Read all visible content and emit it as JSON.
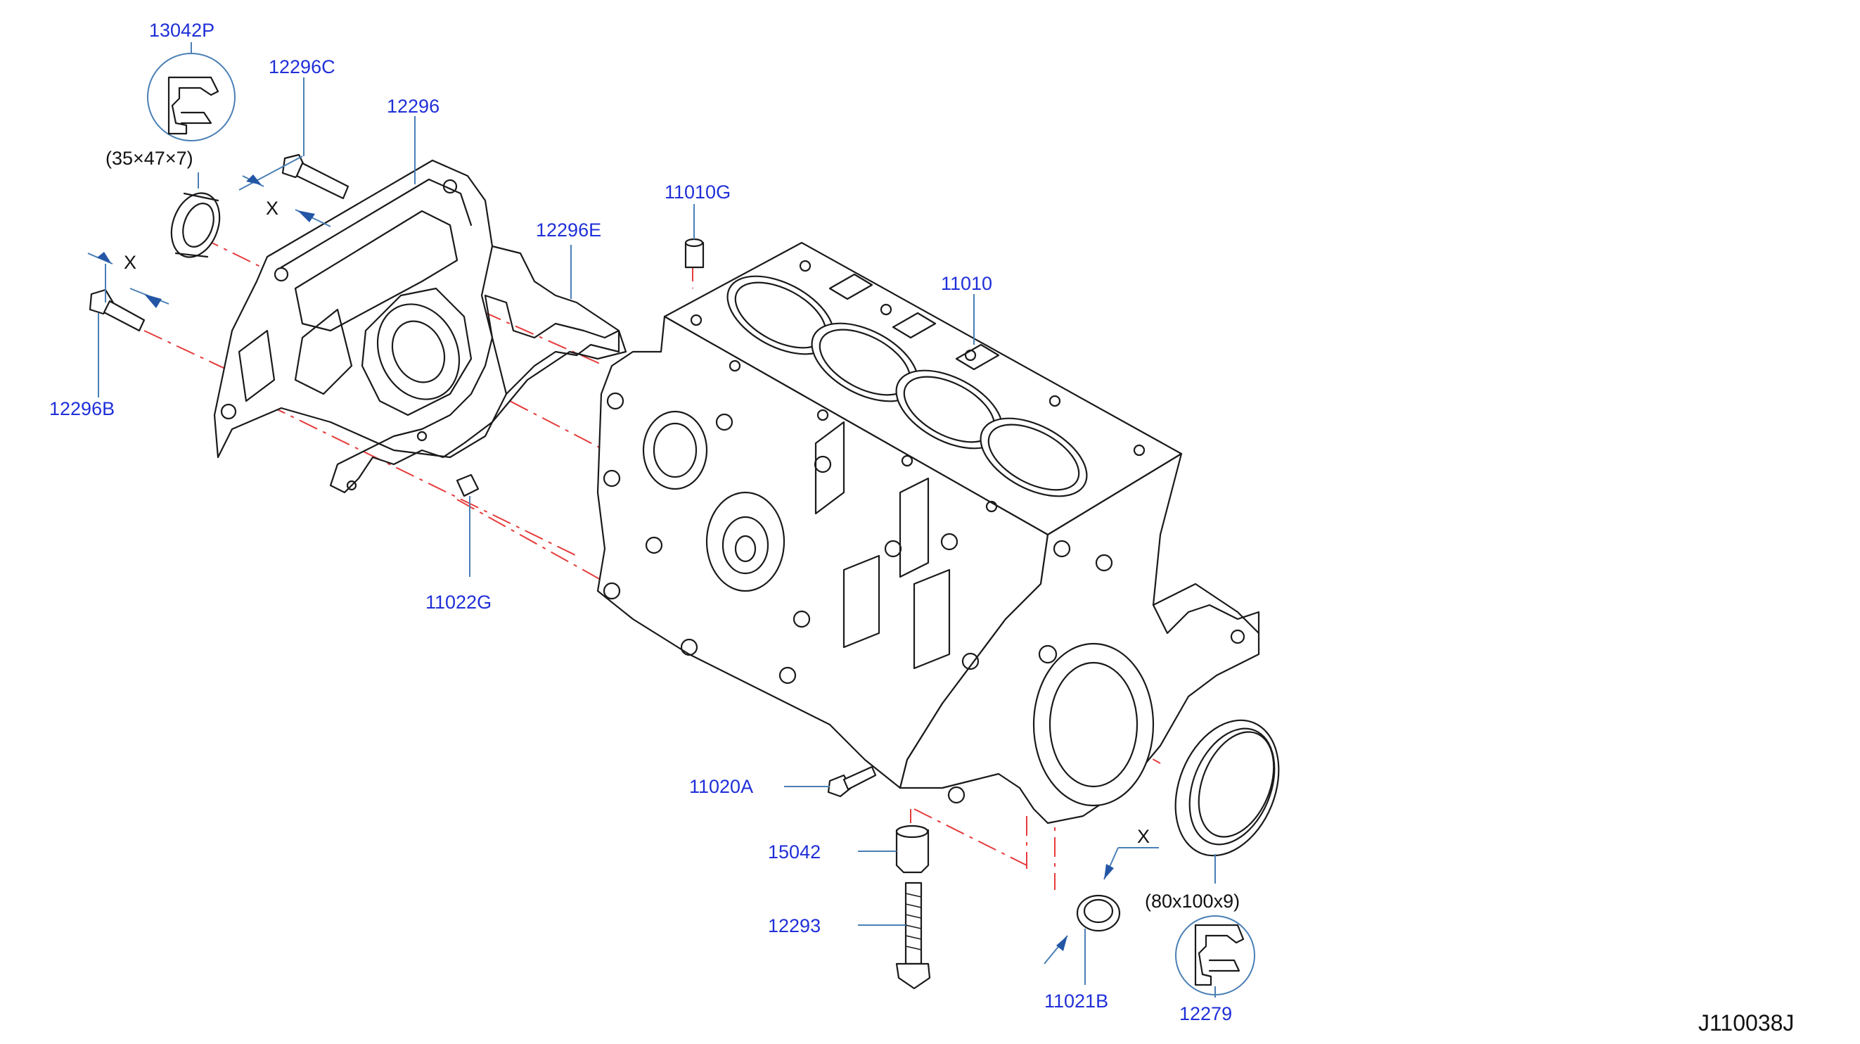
{
  "diagram_code": "J110038J",
  "part_labels": {
    "p13042P": "13042P",
    "p12296C": "12296C",
    "p12296": "12296",
    "p12296B": "12296B",
    "p12296E": "12296E",
    "p11010G": "11010G",
    "p11010": "11010",
    "p11022G": "11022G",
    "p11020A": "11020A",
    "p15042": "15042",
    "p12293": "12293",
    "p11021B": "11021B",
    "p12279": "12279"
  },
  "dimension_notes": {
    "front_seal": "(35×47×7)",
    "rear_seal": "(80x100x9)",
    "x_top": "X",
    "x_left": "X",
    "x_right": "X"
  },
  "colors": {
    "label": "#1f2fd8",
    "leader": "#4a7fb5",
    "centerline": "#e63b3b",
    "arrow": "#2456a6"
  }
}
